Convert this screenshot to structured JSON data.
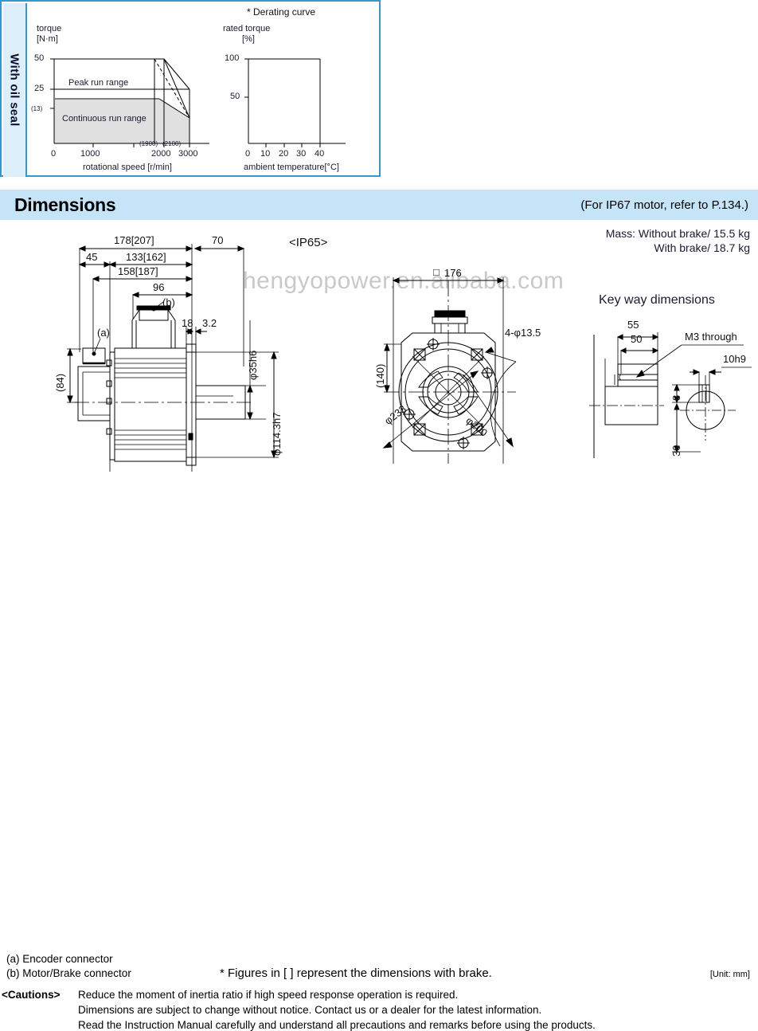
{
  "char_panel": {
    "side_label": "With oil seal",
    "derating_title": "* Derating curve"
  },
  "dimensions_header": {
    "title": "Dimensions",
    "note": "(For IP67 motor, refer to P.134.)"
  },
  "drawing": {
    "ip65_label": "<IP65>",
    "watermark": "hengyopower.en.alibaba.com",
    "mass_line1": "Mass: Without brake/ 15.5 kg",
    "mass_line2": "With brake/ 18.7 kg",
    "keyway_title": "Key way dimensions",
    "side_view": {
      "d_178": "178[207]",
      "d_70": "70",
      "d_45": "45",
      "d_133": "133[162]",
      "d_158": "158[187]",
      "d_96": "96",
      "d_18": "18",
      "d_32": "3.2",
      "d_84": "(84)",
      "d_35h6": "φ35h6",
      "d_1143h7": "φ114.3h7",
      "callout_a": "(a)",
      "callout_b": "(b)"
    },
    "front_view": {
      "d_176": "176",
      "square_symbol": "□",
      "d_140": "(140)",
      "d_4phi135": "4-φ13.5",
      "d_233": "φ233",
      "d_200": "φ200"
    },
    "keyway_view": {
      "d_55": "55",
      "d_50": "50",
      "m3_through": "M3 through",
      "d_8": "8",
      "d_30": "30",
      "d_10h9": "10h9"
    }
  },
  "footnotes": {
    "legend_a": "(a) Encoder connector",
    "legend_b": "(b) Motor/Brake connector",
    "brake_note": "* Figures in [  ] represent the dimensions with brake.",
    "unit_note": "[Unit: mm]",
    "cautions_label": "<Cautions>",
    "caution_1": "Reduce the moment of inertia ratio if high speed response operation is required.",
    "caution_2": "Dimensions are subject to change without notice. Contact us or a dealer for the latest information.",
    "caution_3": "Read the Instruction Manual carefully and understand all precautions and remarks before using the products."
  },
  "colors": {
    "panel_border": "#3399cc",
    "band_fill": "#ddeffb",
    "header_fill": "#c5e4f7",
    "shade_fill": "#e0e0e0",
    "line": "#000000"
  },
  "chart_data": [
    {
      "type": "line",
      "name": "torque-speed-characteristics",
      "title": "",
      "xlabel": "rotational speed [r/min]",
      "ylabel": "torque",
      "yunit": "[N·m]",
      "xlim": [
        0,
        3400
      ],
      "ylim": [
        0,
        56
      ],
      "xticks": [
        0,
        1000,
        2000,
        3000
      ],
      "xtick_labels": [
        "0",
        "1000",
        "2000",
        "3000"
      ],
      "yticks": [
        13,
        25,
        50
      ],
      "ytick_labels": [
        "(13)",
        "25",
        "50"
      ],
      "annotations": [
        {
          "text": "Peak run range",
          "x": 900,
          "y": 36
        },
        {
          "text": "Continuous run range",
          "x": 900,
          "y": 7
        },
        {
          "text": "(1900)",
          "x": 1900,
          "y": -3
        },
        {
          "text": "(2100)",
          "x": 2100,
          "y": -3
        }
      ],
      "series": [
        {
          "name": "peak run range boundary",
          "style": "solid",
          "points": [
            [
              0,
              52
            ],
            [
              2100,
              52
            ],
            [
              3000,
              25
            ]
          ]
        },
        {
          "name": "peak run range boundary (with oil seal)",
          "style": "dashed",
          "points": [
            [
              1900,
              52
            ],
            [
              3000,
              13
            ]
          ]
        },
        {
          "name": "continuous run range boundary",
          "style": "solid",
          "points": [
            [
              0,
              20
            ],
            [
              2100,
              20
            ],
            [
              3000,
              13
            ]
          ]
        },
        {
          "name": "peak limit lower tail",
          "style": "solid",
          "points": [
            [
              2100,
              52
            ],
            [
              3000,
              13
            ]
          ]
        }
      ],
      "shaded_region": {
        "label": "Continuous run range",
        "fill": "#e0e0e0"
      }
    },
    {
      "type": "line",
      "name": "derating-curve",
      "title": "* Derating curve",
      "xlabel": "ambient temperature[°C]",
      "ylabel": "rated torque",
      "yunit": "[%]",
      "xlim": [
        0,
        45
      ],
      "ylim": [
        0,
        115
      ],
      "xticks": [
        0,
        10,
        20,
        30,
        40
      ],
      "xtick_labels": [
        "0",
        "10",
        "20",
        "30",
        "40"
      ],
      "yticks": [
        50,
        100
      ],
      "ytick_labels": [
        "50",
        "100"
      ],
      "series": [
        {
          "name": "rated torque vs ambient temperature",
          "style": "solid",
          "points": [
            [
              0,
              100
            ],
            [
              40,
              100
            ],
            [
              40,
              0
            ]
          ]
        }
      ]
    }
  ]
}
